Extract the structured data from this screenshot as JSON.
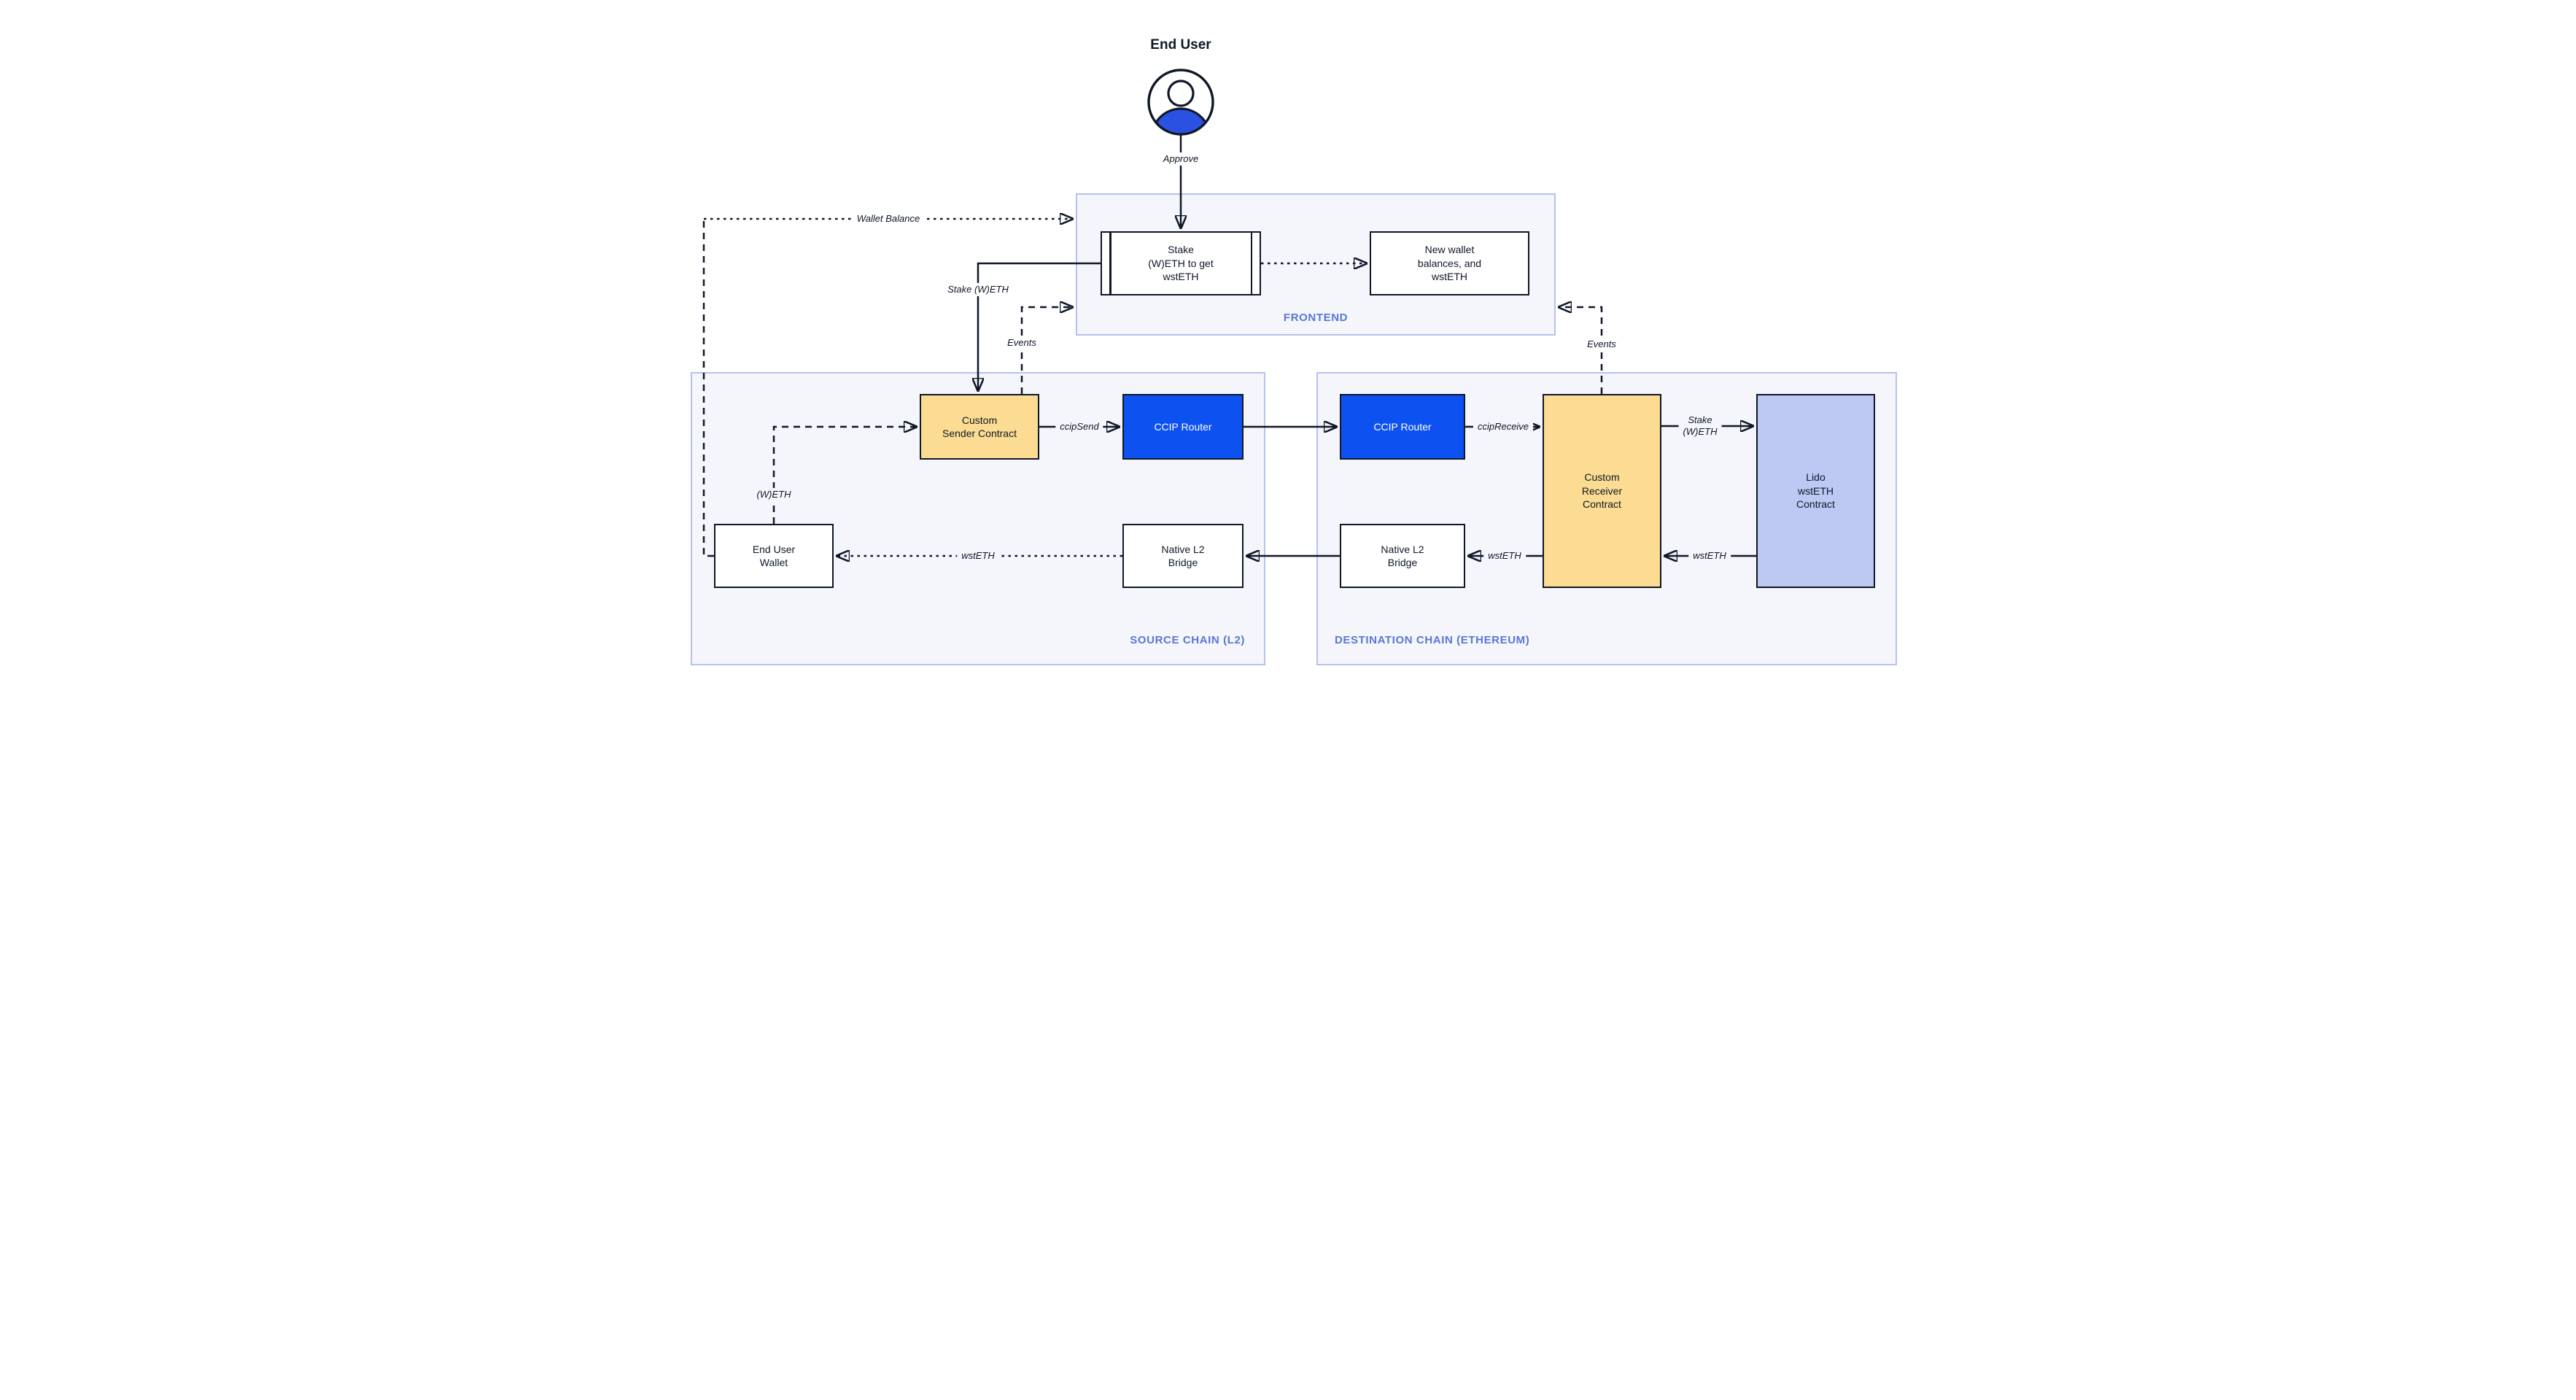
{
  "end_user": {
    "label": "End User"
  },
  "frontend": {
    "label": "FRONTEND",
    "stake_box": {
      "lines": [
        "Stake",
        "(W)ETH to get",
        "wstETH"
      ]
    },
    "new_wallet_box": {
      "lines": [
        "New wallet",
        "balances, and",
        "wstETH"
      ]
    }
  },
  "source_chain": {
    "label": "SOURCE CHAIN (L2)",
    "custom_sender": {
      "lines": [
        "Custom",
        "Sender Contract"
      ]
    },
    "ccip_router_label": "CCIP Router",
    "end_user_wallet": {
      "lines": [
        "End User",
        "Wallet"
      ]
    },
    "native_l2_bridge": {
      "lines": [
        "Native L2",
        "Bridge"
      ]
    }
  },
  "destination_chain": {
    "label": "DESTINATION CHAIN (ETHEREUM)",
    "ccip_router_label": "CCIP Router",
    "custom_receiver": {
      "lines": [
        "Custom",
        "Receiver",
        "Contract"
      ]
    },
    "lido_contract": {
      "lines": [
        "Lido",
        "wstETH",
        "Contract"
      ]
    },
    "native_l2_bridge": {
      "lines": [
        "Native L2",
        "Bridge"
      ]
    }
  },
  "edge_labels": {
    "approve": "Approve",
    "wallet_balance": "Wallet Balance",
    "stake_weth": "Stake (W)ETH",
    "events_left": "Events",
    "events_right": "Events",
    "ccip_send": "ccipSend",
    "ccip_receive": "ccipReceive",
    "weth": "(W)ETH",
    "wsteth_bridge_to_wallet": "wstETH",
    "wsteth_receiver_to_bridge": "wstETH",
    "wsteth_lido_to_receiver": "wstETH",
    "stake_weth_right": {
      "lines": [
        "Stake",
        "(W)ETH"
      ]
    }
  },
  "colors": {
    "line_dark": "#0F1728",
    "router_blue": "#0D52F0",
    "contract_yellow": "#FBDC92",
    "lido_lavender": "#BDC8F3",
    "container_fill": "#F4F6FB",
    "container_border": "#B6C2EE",
    "container_label_blue": "#5B76D4",
    "user_icon_blue": "#2B51E3"
  }
}
